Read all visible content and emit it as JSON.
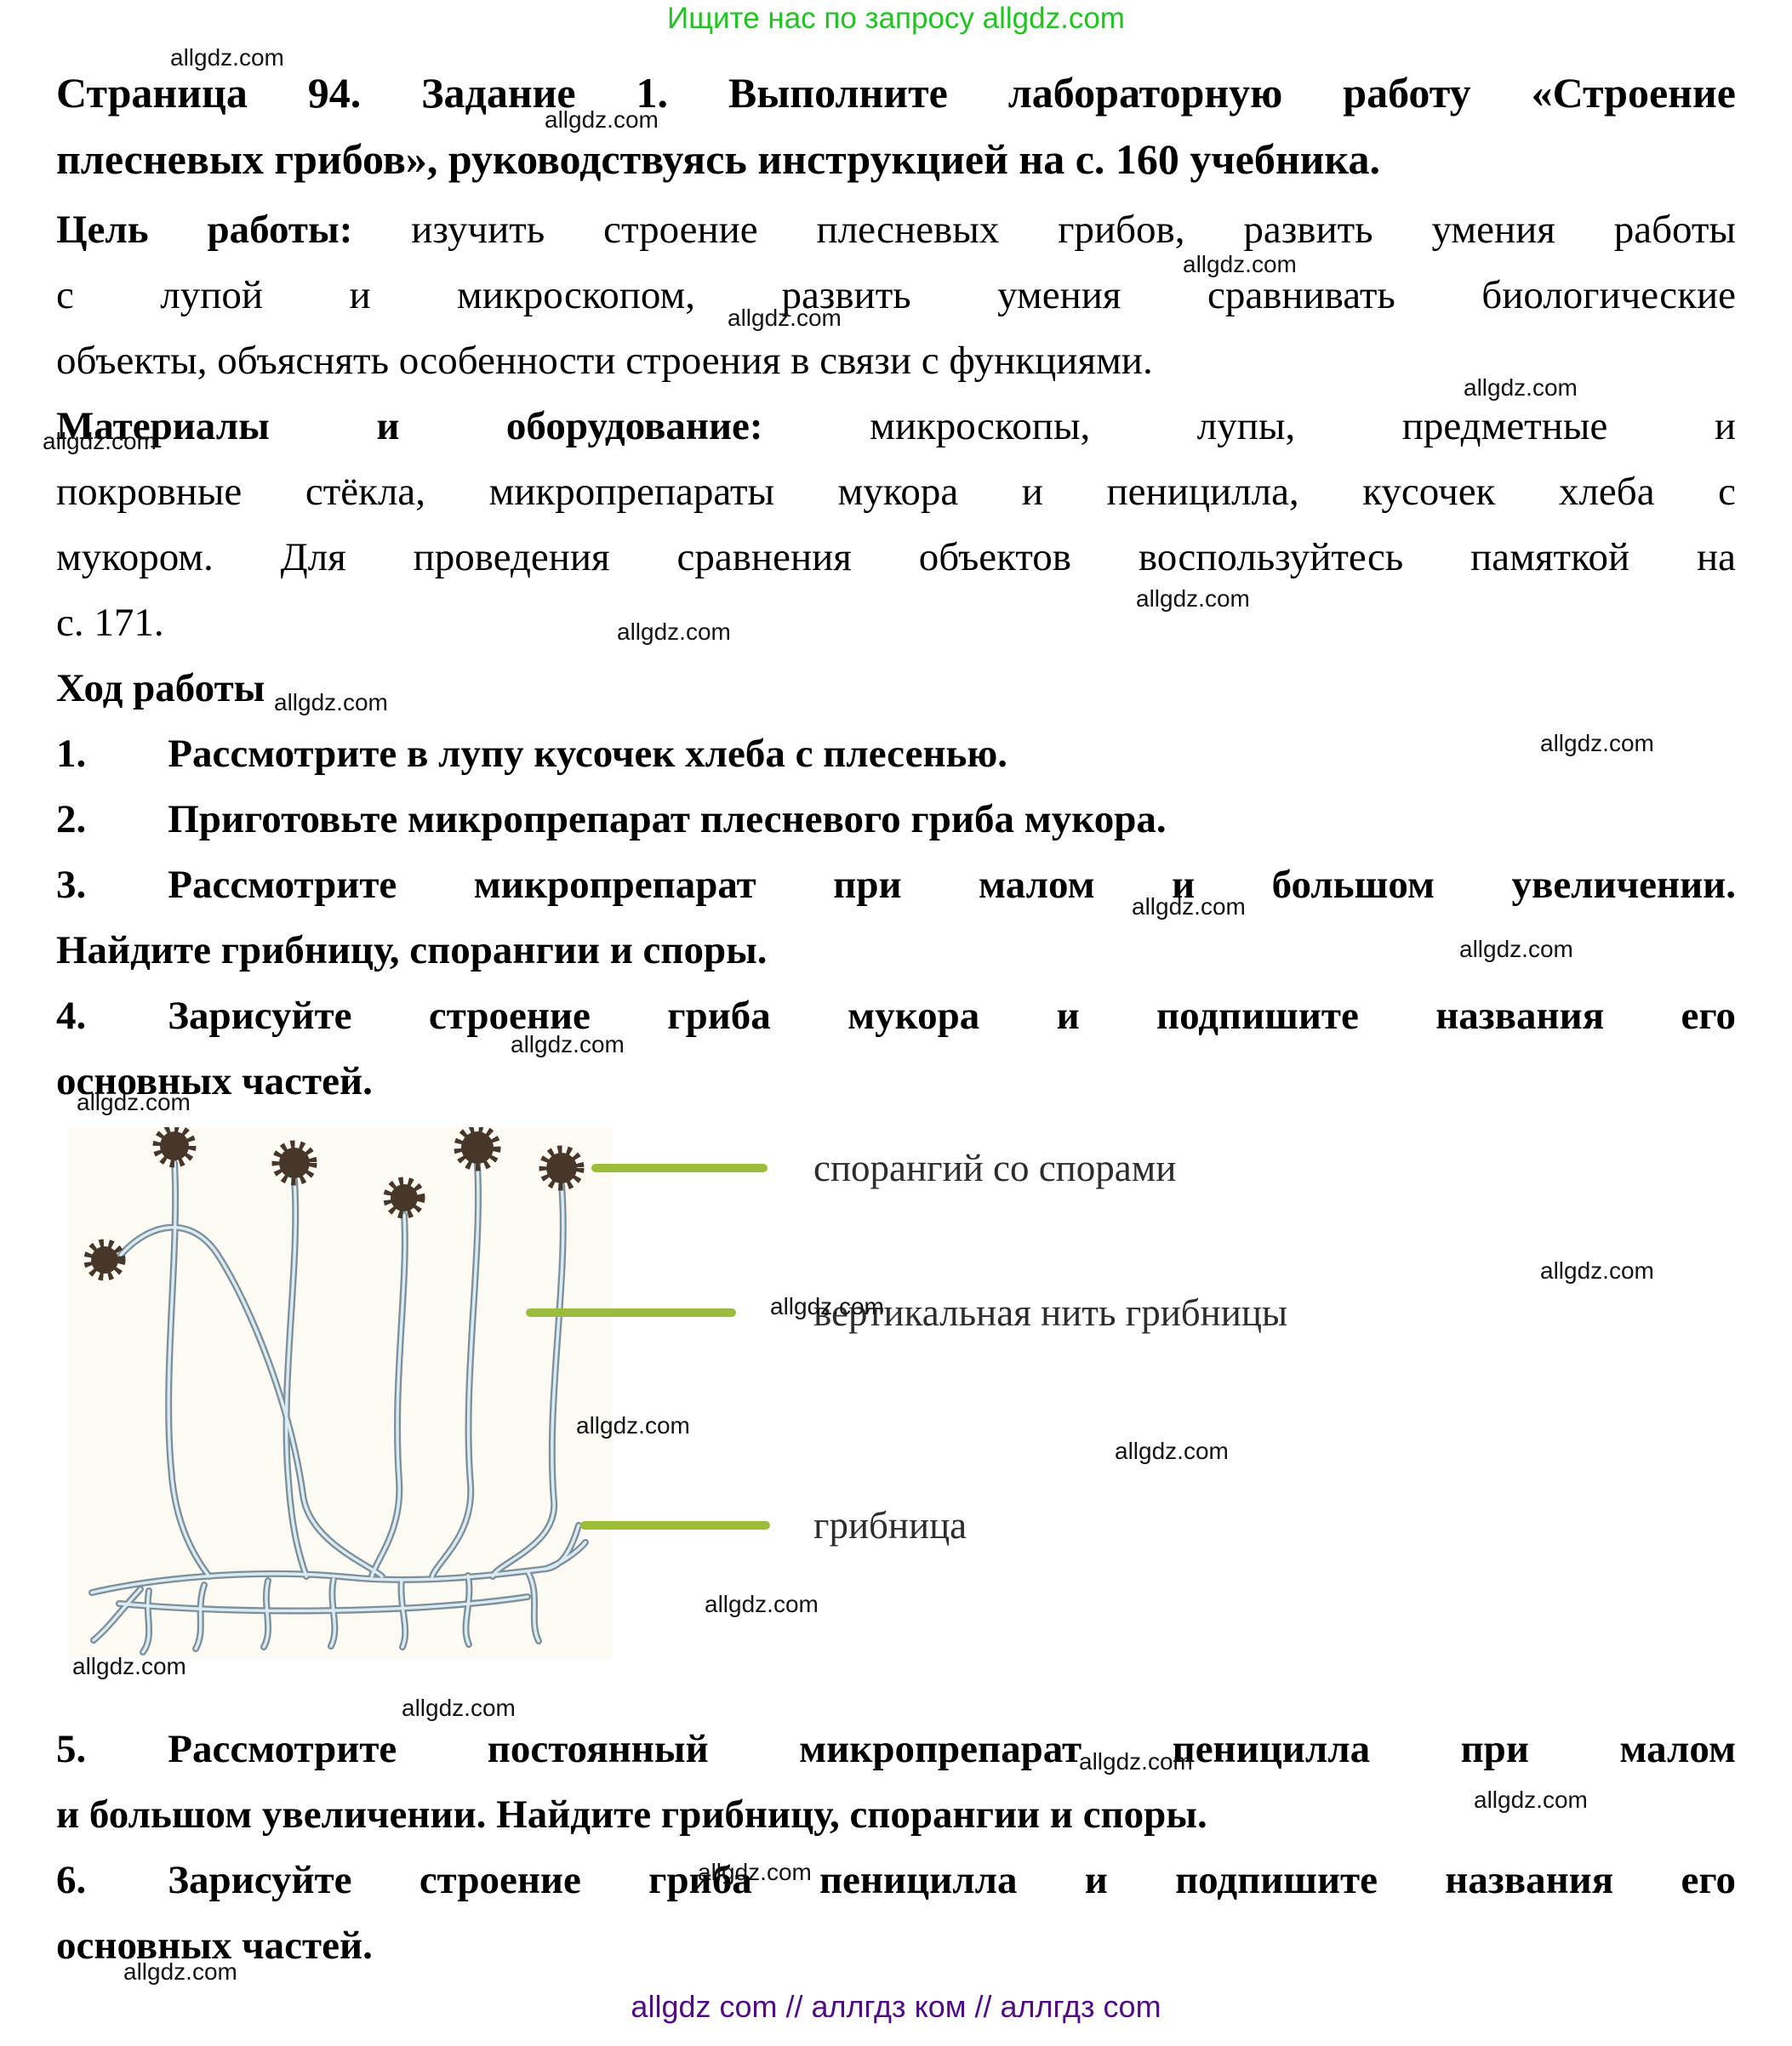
{
  "promo": {
    "text": "Ищите нас по запросу allgdz.com",
    "color": "#1fc41f"
  },
  "watermark": {
    "text": "allgdz.com"
  },
  "title": {
    "line1": "Страница 94. Задание 1. Выполните лабораторную работу «Строение",
    "line2": "плесневых грибов», руководствуясь инструкцией на с. 160 учебника."
  },
  "goal": {
    "label": "Цель работы:",
    "line1_rest": " изучить строение плесневых грибов, развить умения работы",
    "line2": "с лупой и микроскопом, развить умения сравнивать биологические",
    "line3": "объекты, объяснять особенности строения в связи с функциями."
  },
  "materials": {
    "label": "Материалы и оборудование:",
    "line1_rest": " микроскопы, лупы, предметные и",
    "line2": "покровные стёкла, микропрепараты мукора и пеницилла, кусочек хлеба с",
    "line3": "мукором. Для проведения сравнения объектов воспользуйтесь памяткой на",
    "line4": "с. 171."
  },
  "procedure": {
    "heading": "Ход работы",
    "steps": [
      {
        "num": "1.",
        "line1": "Рассмотрите в лупу кусочек хлеба с плесенью."
      },
      {
        "num": "2.",
        "line1": "Приготовьте микропрепарат плесневого гриба мукора."
      },
      {
        "num": "3.",
        "line1": "Рассмотрите микропрепарат при малом и большом увеличении.",
        "line2": "Найдите грибницу, спорангии и споры."
      },
      {
        "num": "4.",
        "line1": "Зарисуйте строение гриба мукора и подпишите названия его",
        "line2": "основных частей."
      },
      {
        "num": "5.",
        "line1": "Рассмотрите постоянный микропрепарат пеницилла при малом",
        "line2": "и большом увеличении. Найдите грибницу, спорангии и споры."
      },
      {
        "num": "6.",
        "line1": "Зарисуйте строение гриба пеницилла и подпишите названия его",
        "line2": "основных частей."
      }
    ]
  },
  "diagram": {
    "callout_color": "#9cbd3b",
    "labels": {
      "sporangium": "спорангий со спорами",
      "vertical_thread": "вертикальная нить грибницы",
      "mycelium": "грибница"
    }
  },
  "footer": {
    "text": "allgdz com  //  аллгдз ком  //  аллгдз com",
    "color": "#4e0d80"
  }
}
